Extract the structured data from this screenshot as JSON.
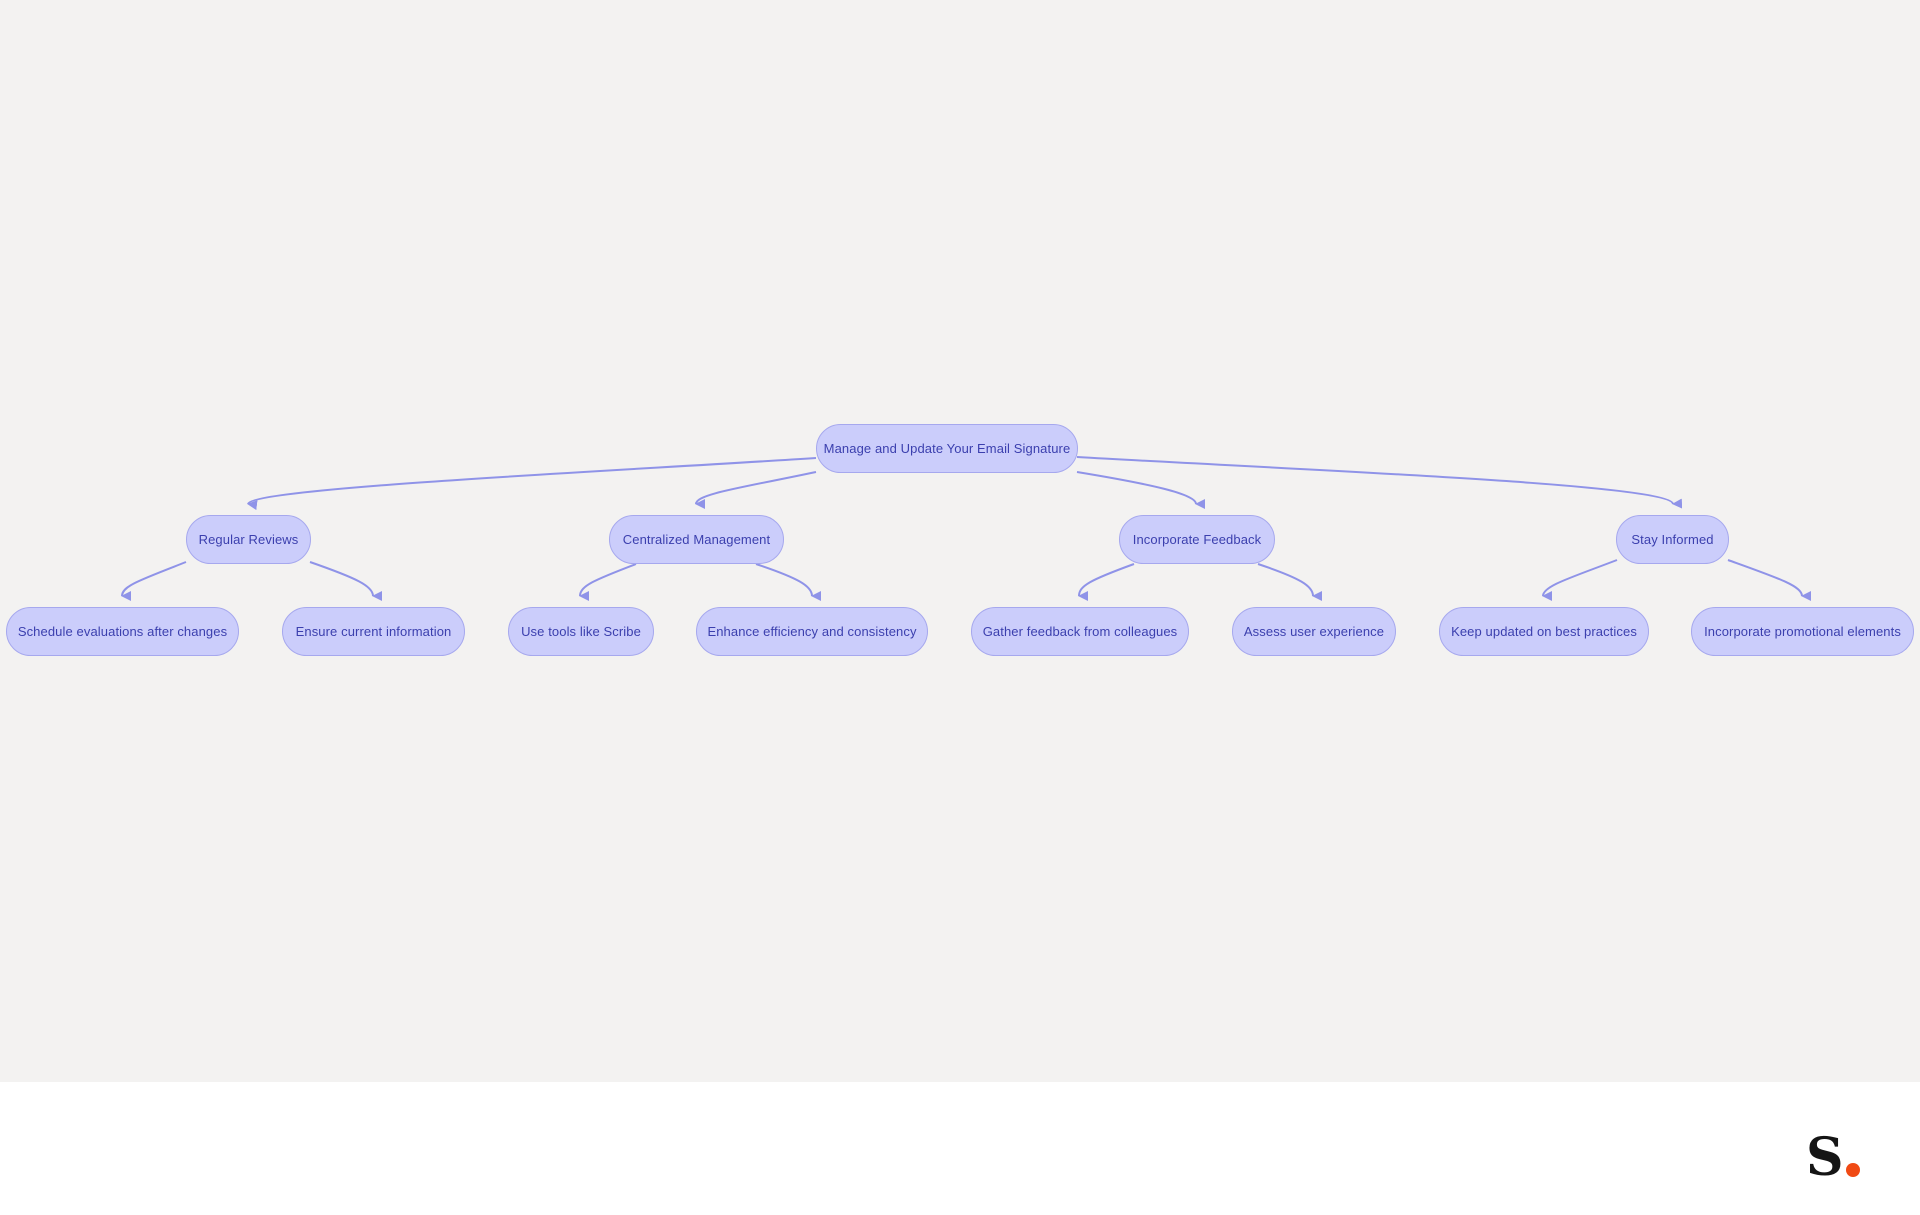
{
  "diagram": {
    "root": {
      "label": "Manage and Update Your Email Signature"
    },
    "branches": [
      {
        "label": "Regular Reviews",
        "children": [
          "Schedule evaluations after changes",
          "Ensure current information"
        ]
      },
      {
        "label": "Centralized Management",
        "children": [
          "Use tools like Scribe",
          "Enhance efficiency and consistency"
        ]
      },
      {
        "label": "Incorporate Feedback",
        "children": [
          "Gather feedback from colleagues",
          "Assess user experience"
        ]
      },
      {
        "label": "Stay Informed",
        "children": [
          "Keep updated on best practices",
          "Incorporate promotional elements"
        ]
      }
    ]
  },
  "colors": {
    "node_fill": "#cbcdfb",
    "node_border": "#a6a8ee",
    "node_text": "#3b3fae",
    "edge": "#8f93e8",
    "canvas_bg": "#f3f2f1",
    "logo_dot": "#f04a14"
  },
  "logo": {
    "letter": "S",
    "icon": "brand-logo"
  }
}
